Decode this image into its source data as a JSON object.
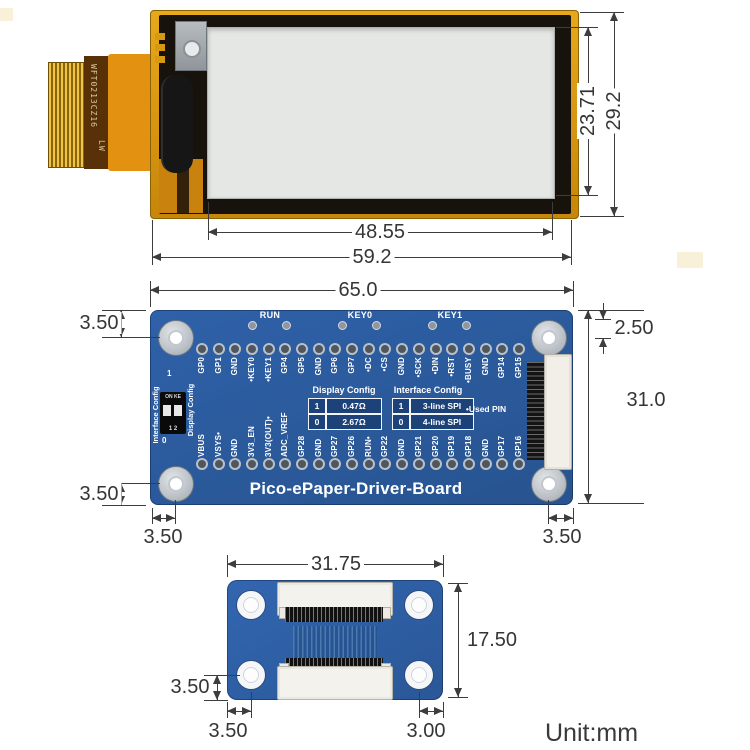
{
  "unit_label": "Unit:mm",
  "colors": {
    "pcb_blue": "#2c5ba3",
    "pcb_gold": "#d99410",
    "silkscreen_white": "#ffffff",
    "dimension_line": "#3d3d3d",
    "screen_gray": "#e4e7e4"
  },
  "display_panel": {
    "cable_text": "WFT0213CZ16",
    "cable_text_2": "LW",
    "dim_screen_height": "23.71",
    "dim_panel_height": "29.2",
    "dim_screen_width": "48.55",
    "dim_panel_width": "59.2"
  },
  "driver_board": {
    "title": "Pico-ePaper-Driver-Board",
    "button_labels": [
      "RUN",
      "KEY0",
      "KEY1"
    ],
    "top_pins": [
      "GP0",
      "GP1",
      "GND",
      "•KEY0",
      "•KEY1",
      "GP4",
      "GP5",
      "GND",
      "GP6",
      "GP7",
      "•DC",
      "•CS",
      "GND",
      "•SCK",
      "•DIN",
      "•RST",
      "•BUSY",
      "GND",
      "GP14",
      "GP15"
    ],
    "bottom_pins": [
      "VBUS",
      "VSYS•",
      "GND",
      "3V3_EN",
      "3V3(OUT)•",
      "ADC_VREF",
      "GP28",
      "GND",
      "GP27",
      "GP26",
      "RUN•",
      "GP22",
      "GND",
      "GP21",
      "GP20",
      "GP19",
      "GP18",
      "GND",
      "GP17",
      "GP16"
    ],
    "dip_switch": {
      "left_label": "Interface Config",
      "right_label": "Display Config",
      "on_label": "ON KE",
      "marker_top": "1",
      "marker_bottom": "1 2",
      "marker_zero": "0"
    },
    "display_config_table": {
      "title": "Display Config",
      "rows": [
        {
          "key": "1",
          "value": "0.47Ω"
        },
        {
          "key": "0",
          "value": "2.67Ω"
        }
      ]
    },
    "interface_config_table": {
      "title": "Interface Config",
      "rows": [
        {
          "key": "1",
          "value": "3-line SPI"
        },
        {
          "key": "0",
          "value": "4-line SPI"
        }
      ]
    },
    "used_pin_note": "•Used PIN",
    "dim_width": "65.0",
    "dim_height": "31.0",
    "dim_hole_top": "3.50",
    "dim_key_offset": "2.50",
    "dim_hole_bottom": "3.50",
    "dim_hole_left": "3.50",
    "dim_hole_right": "3.50"
  },
  "adapter_board": {
    "dim_width": "31.75",
    "dim_height": "17.50",
    "dim_hole_bottom": "3.50",
    "dim_hole_left": "3.50",
    "dim_hole_right": "3.00"
  }
}
